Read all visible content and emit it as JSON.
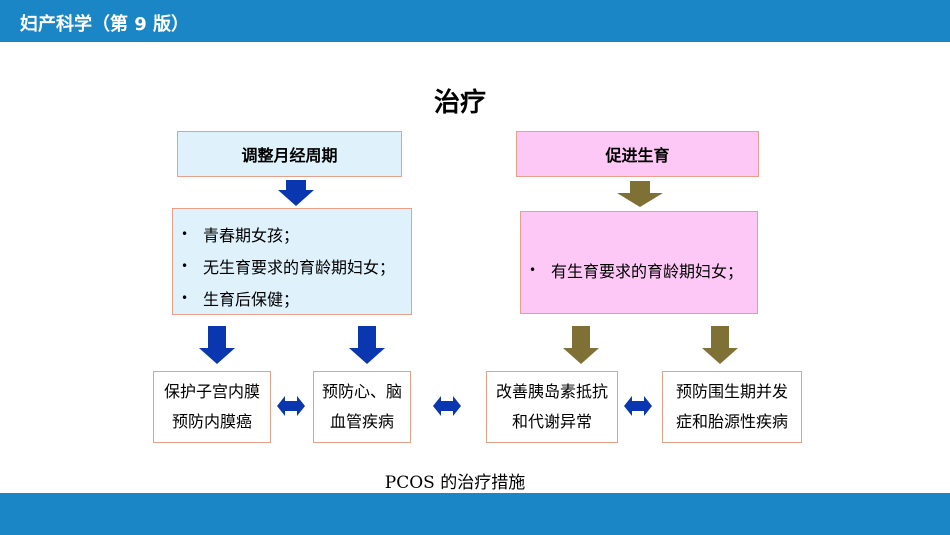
{
  "header": {
    "title": "妇产科学（第 9 版）"
  },
  "slide": {
    "title": "治疗"
  },
  "left_branch": {
    "heading": "调整月经周期",
    "bullets": [
      "青春期女孩；",
      "无生育要求的育龄期妇女；",
      "生育后保健；"
    ],
    "leaves": [
      {
        "line1": "保护子宫内膜",
        "line2": "预防内膜癌"
      },
      {
        "line1": "预防心、脑",
        "line2": "血管疾病"
      }
    ]
  },
  "right_branch": {
    "heading": "促进生育",
    "bullets": [
      "有生育要求的育龄期妇女；"
    ],
    "leaves": [
      {
        "line1": "改善胰岛素抵抗",
        "line2": "和代谢异常"
      },
      {
        "line1": "预防围生期并发",
        "line2": "症和胎源性疾病"
      }
    ]
  },
  "bullet_glyph": "•",
  "caption": "PCOS 的治疗措施",
  "colors": {
    "header_bar": "#1a86c6",
    "blue_box": "#dff1fb",
    "pink_box": "#fdc8f5",
    "box_border": "#e8a08a",
    "blue_arrow": "#0a36b0",
    "olive_arrow": "#7f7136"
  },
  "icons": {
    "down_arrow_blue": "down-arrow-icon",
    "down_arrow_olive": "down-arrow-icon",
    "double_arrow": "double-arrow-icon"
  }
}
